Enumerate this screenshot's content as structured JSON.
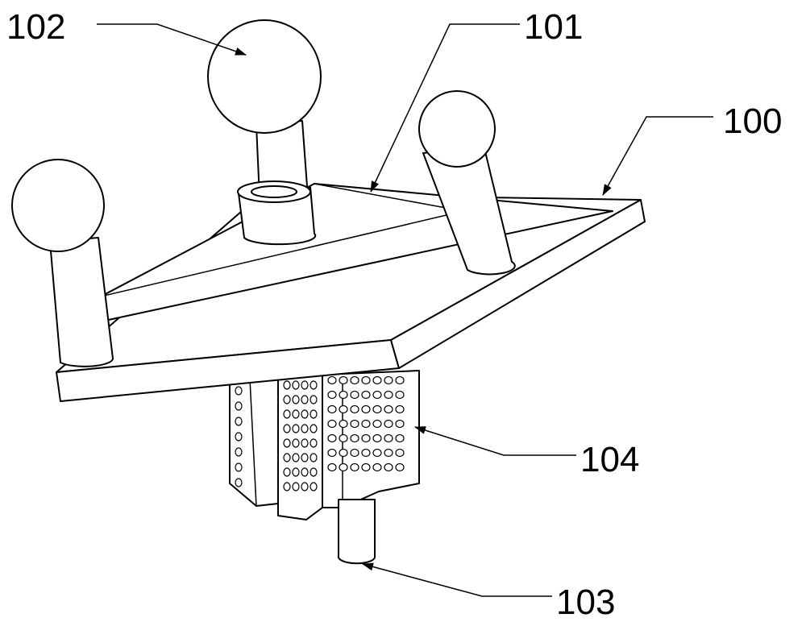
{
  "labels": {
    "plate": "100",
    "pyramid": "101",
    "ball": "102",
    "rod": "103",
    "filter_block": "104"
  },
  "colors": {
    "line": "#000000",
    "background": "#ffffff"
  }
}
